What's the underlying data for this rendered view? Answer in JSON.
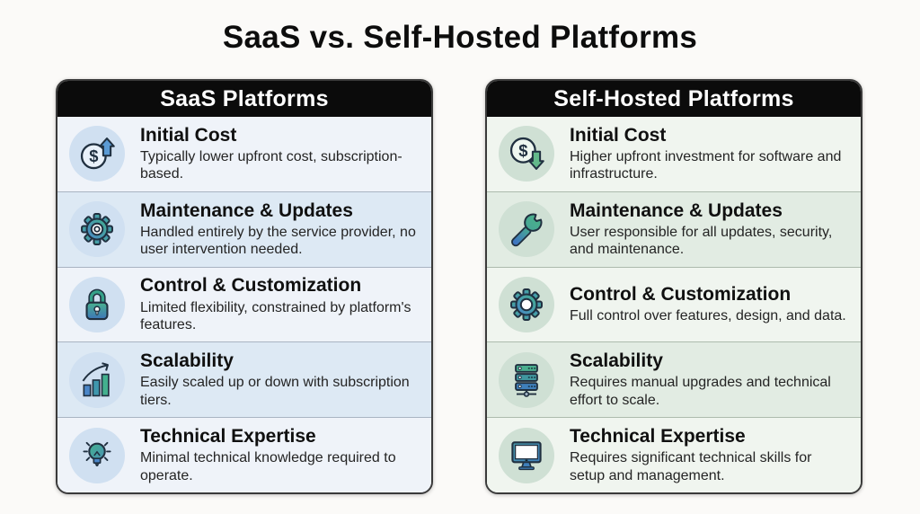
{
  "page": {
    "title": "SaaS vs. Self-Hosted Platforms"
  },
  "colors": {
    "page_background": "#fbfaf8",
    "title_text": "#0d0d0d",
    "header_background": "#0b0b0b",
    "header_text": "#ffffff",
    "saas_row_light": "#eff3f9",
    "saas_row_tint": "#dde9f4",
    "saas_icon_circle": "#d0e0f1",
    "selfhosted_row_light": "#f0f5ef",
    "selfhosted_row_tint": "#e2ece3",
    "selfhosted_icon_circle": "#cfe0d4",
    "icon_blue": "#4a86c8",
    "icon_teal_green": "#43b08e",
    "icon_outline": "#203040"
  },
  "columns": [
    {
      "header": "SaaS Platforms",
      "rows": [
        {
          "icon": "dollar-coin-up-arrow-icon",
          "title": "Initial Cost",
          "desc": "Typically lower upfront cost, subscription-based."
        },
        {
          "icon": "gear-icon",
          "title": "Maintenance & Updates",
          "desc": "Handled entirely by the service provider, no user intervention needed."
        },
        {
          "icon": "padlock-icon",
          "title": "Control & Customization",
          "desc": "Limited flexibility, constrained by platform's features."
        },
        {
          "icon": "growth-bar-chart-icon",
          "title": "Scalability",
          "desc": "Easily scaled up or down with subscription tiers."
        },
        {
          "icon": "lightbulb-icon",
          "title": "Technical Expertise",
          "desc": "Minimal technical knowledge required to operate."
        }
      ]
    },
    {
      "header": "Self-Hosted Platforms",
      "rows": [
        {
          "icon": "dollar-coin-down-arrow-icon",
          "title": "Initial Cost",
          "desc": "Higher upfront investment for software and infrastructure."
        },
        {
          "icon": "wrench-icon",
          "title": "Maintenance & Updates",
          "desc": "User responsible for all updates, security, and maintenance."
        },
        {
          "icon": "gear-icon",
          "title": "Control & Customization",
          "desc": "Full control over features, design, and data."
        },
        {
          "icon": "server-stack-icon",
          "title": "Scalability",
          "desc": "Requires manual upgrades and technical effort to scale."
        },
        {
          "icon": "desktop-monitor-icon",
          "title": "Technical Expertise",
          "desc": "Requires significant technical skills for setup and management."
        }
      ]
    }
  ]
}
